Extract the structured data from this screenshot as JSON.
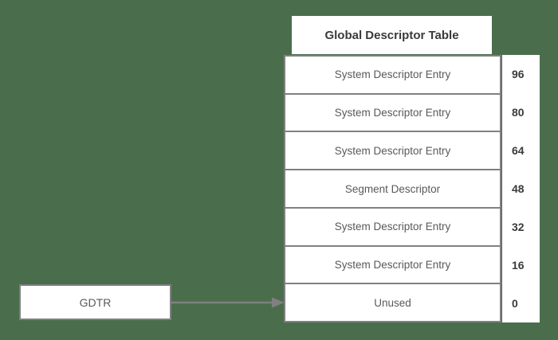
{
  "diagram": {
    "title": "Global Descriptor Table",
    "background_color": "#4a6e4c",
    "border_color": "#808080",
    "box_fill_color": "#ffffff",
    "label_text_color": "#595959",
    "offset_text_color": "#3a3a3a",
    "register": {
      "label": "GDTR"
    },
    "connector": {
      "icon": "arrow-right-icon"
    },
    "table": {
      "rows": [
        {
          "label": "System Descriptor Entry",
          "offset": "96"
        },
        {
          "label": "System Descriptor Entry",
          "offset": "80"
        },
        {
          "label": "System Descriptor Entry",
          "offset": "64"
        },
        {
          "label": "Segment Descriptor",
          "offset": "48"
        },
        {
          "label": "System Descriptor Entry",
          "offset": "32"
        },
        {
          "label": "System Descriptor Entry",
          "offset": "16"
        },
        {
          "label": "Unused",
          "offset": "0"
        }
      ]
    }
  }
}
